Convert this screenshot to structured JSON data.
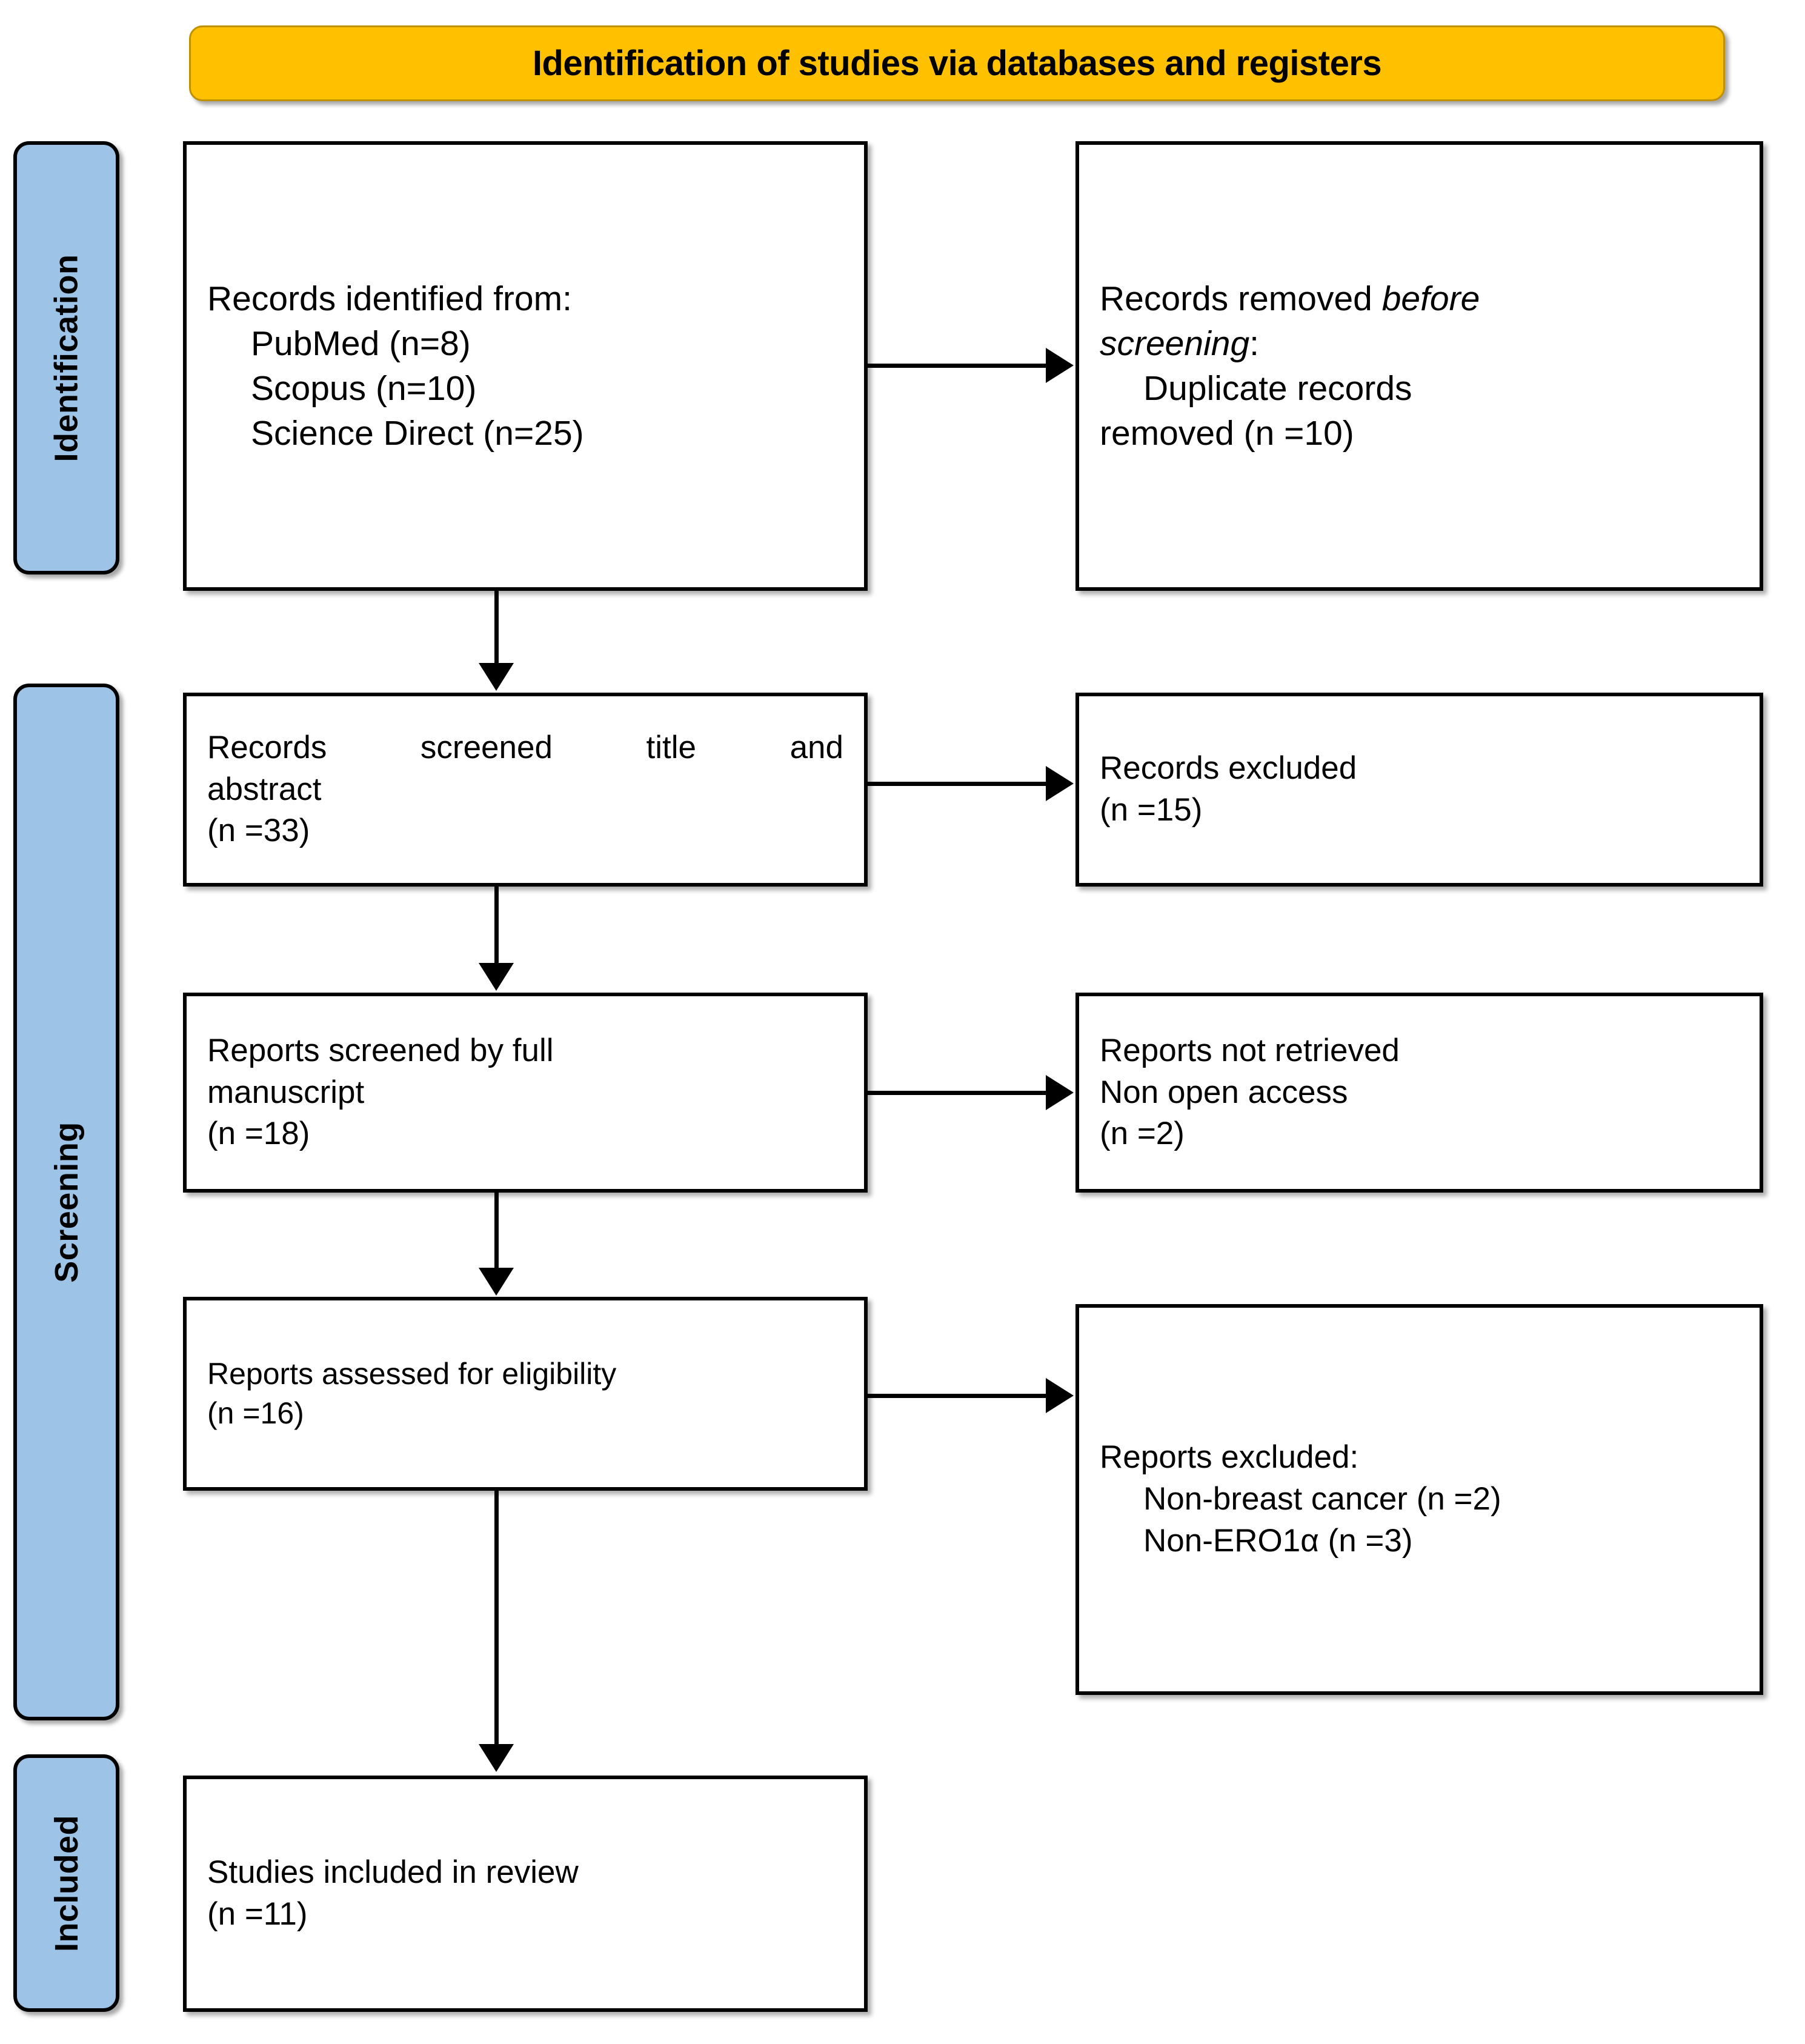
{
  "diagram": {
    "type": "PRISMA flow diagram",
    "banner": {
      "title": "Identification of studies via databases and registers",
      "fill_color": "#FFC000",
      "border_color": "#BF9000"
    },
    "stage_tabs": [
      {
        "id": "identification",
        "label": "Identification",
        "fill_color": "#9DC3E6"
      },
      {
        "id": "screening",
        "label": "Screening",
        "fill_color": "#9DC3E6"
      },
      {
        "id": "included",
        "label": "Included",
        "fill_color": "#9DC3E6"
      }
    ],
    "boxes": {
      "identified": {
        "heading": "Records identified from:",
        "items": [
          "PubMed (n=8)",
          "Scopus (n=10)",
          "Science Direct (n=25)"
        ]
      },
      "removed_before_screening": {
        "line1_prefix": "Records removed ",
        "line1_italic": "before",
        "line2_italic": "screening",
        "line2_suffix": ":",
        "items": [
          "Duplicate records",
          "removed  (n =10)"
        ]
      },
      "screened": {
        "line1": "Records screened title and",
        "line2": "abstract",
        "count": "(n =33)"
      },
      "records_excluded": {
        "line1": "Records excluded",
        "count": "(n =15)"
      },
      "full_manuscript": {
        "line1": "Reports screened by full",
        "line2": "manuscript",
        "count": "(n =18)"
      },
      "not_retrieved": {
        "line1": "Reports not retrieved",
        "line2": "Non open access",
        "count": "(n =2)"
      },
      "eligibility": {
        "line1": "Reports assessed for eligibility",
        "count": "(n =16)"
      },
      "reports_excluded": {
        "heading": "Reports excluded:",
        "items": [
          "Non-breast cancer (n =2)",
          "Non-ERO1α (n =3)"
        ]
      },
      "included_studies": {
        "line1": "Studies included in review",
        "count": "(n =11)"
      }
    },
    "connectors": [
      {
        "from": "identified",
        "to": "removed_before_screening",
        "direction": "right"
      },
      {
        "from": "identified",
        "to": "screened",
        "direction": "down"
      },
      {
        "from": "screened",
        "to": "records_excluded",
        "direction": "right"
      },
      {
        "from": "screened",
        "to": "full_manuscript",
        "direction": "down"
      },
      {
        "from": "full_manuscript",
        "to": "not_retrieved",
        "direction": "right"
      },
      {
        "from": "full_manuscript",
        "to": "eligibility",
        "direction": "down"
      },
      {
        "from": "eligibility",
        "to": "reports_excluded",
        "direction": "right"
      },
      {
        "from": "eligibility",
        "to": "included_studies",
        "direction": "down"
      }
    ]
  }
}
